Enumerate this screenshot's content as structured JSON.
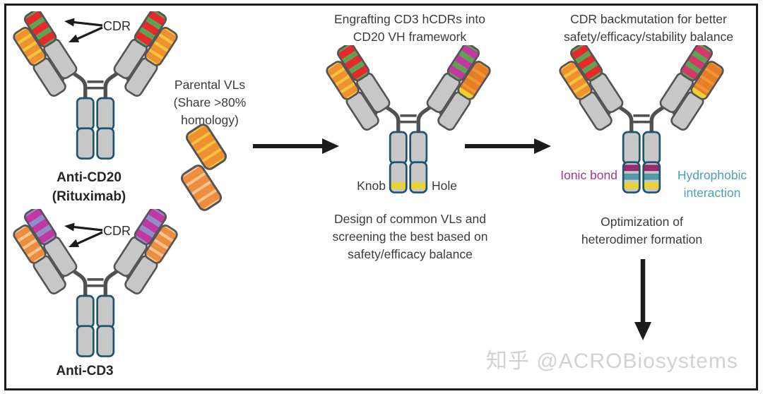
{
  "anti_cd20": {
    "cdr_label": "CDR",
    "name_line1": "Anti-CD20",
    "name_line2": "(Rituximab)"
  },
  "anti_cd3": {
    "cdr_label": "CDR",
    "name_line1": "Anti-CD3"
  },
  "parental_vls": {
    "line1": "Parental VLs",
    "line2": "(Share >80%",
    "line3": "homology)"
  },
  "middle": {
    "title_line1": "Engrafting CD3 hCDRs into",
    "title_line2": "CD20 VH framework",
    "knob_label": "Knob",
    "hole_label": "Hole",
    "caption_line1": "Design of common VLs and",
    "caption_line2": "screening the best based on",
    "caption_line3": "safety/efficacy balance"
  },
  "right": {
    "title_line1": "CDR backmutation for better",
    "title_line2": "safety/efficacy/stability balance",
    "ionic_label": "Ionic bond",
    "hydrophobic_line1": "Hydrophobic",
    "hydrophobic_line2": "interaction",
    "caption_line1": "Optimization of",
    "caption_line2": "heterodimer formation"
  },
  "watermark": "知乎 @ACROBiosystems",
  "colors": {
    "domain_gray": "#c7c7c8",
    "domain_outline": "#555558",
    "hinge": "#515154",
    "fc_outline": "#1f5470",
    "arrow": "#1c1c1c",
    "text": "#3b3b3b",
    "cd20_cdr_green": "#5fa254",
    "cd20_cdr_red": "#e8282b",
    "cd20_vl_yellow": "#f2c53d",
    "cd20_vl_orange": "#ef9031",
    "cd3_cdr_periwinkle": "#8f8ec8",
    "cd3_cdr_magenta": "#c337a3",
    "cd3_vl_peach": "#f4c493",
    "cd3_vl_orange": "#ed8d3d",
    "backmutated_pink": "#d63769",
    "knob_hole_yellow": "#ecd22e",
    "ionic_band_purple": "#992a6d",
    "hydrophobic_band_teal": "#4e9aa6",
    "ionic_text": "#a23a92",
    "hydrophobic_text": "#4ba3b2",
    "watermark_gray": "#d2d2d2"
  },
  "antibodies": {
    "anti_cd20": {
      "left_heavy": {
        "base": "#5fa254",
        "stripe": "#e8282b"
      },
      "right_heavy": {
        "base": "#5fa254",
        "stripe": "#e8282b"
      },
      "left_light": {
        "base": "#f2c53d",
        "stripe": "#ef9031"
      },
      "right_light": {
        "base": "#f2c53d",
        "stripe": "#ef9031"
      },
      "fc_bands": []
    },
    "anti_cd3": {
      "left_heavy": {
        "base": "#8f8ec8",
        "stripe": "#c337a3"
      },
      "right_heavy": {
        "base": "#8f8ec8",
        "stripe": "#c337a3"
      },
      "left_light": {
        "base": "#f4c493",
        "stripe": "#ed8d3d"
      },
      "right_light": {
        "base": "#f4c493",
        "stripe": "#ed8d3d"
      },
      "fc_bands": []
    },
    "engrafted": {
      "left_heavy": {
        "base": "#5fa254",
        "stripe": "#e8282b"
      },
      "right_heavy": {
        "base": "#5fa254",
        "stripe": "#c337a3"
      },
      "left_light": {
        "base": "#f2c53d",
        "stripe": "#ef9031"
      },
      "right_light": {
        "base": "#f09434",
        "stripe": "#e57e27",
        "bottom": "#ecd22e"
      },
      "fc_bands": [
        "#ecd22e"
      ]
    },
    "backmutated": {
      "left_heavy": {
        "base": "#5fa254",
        "stripe": "#e8282b"
      },
      "right_heavy": {
        "base": "#5fa254",
        "stripe": "#d63769"
      },
      "left_light": {
        "base": "#f2c53d",
        "stripe": "#ef9031"
      },
      "right_light": {
        "base": "#f09434",
        "stripe": "#e57e27",
        "bottom": "#ecd22e"
      },
      "fc_bands": [
        "#992a6d",
        "#4e9aa6",
        "#ecd22e"
      ]
    }
  },
  "vl_pills": [
    {
      "base": "#f2c53d",
      "stripe": "#ef9031"
    },
    {
      "base": "#f4c493",
      "stripe": "#ed8d3d"
    }
  ]
}
